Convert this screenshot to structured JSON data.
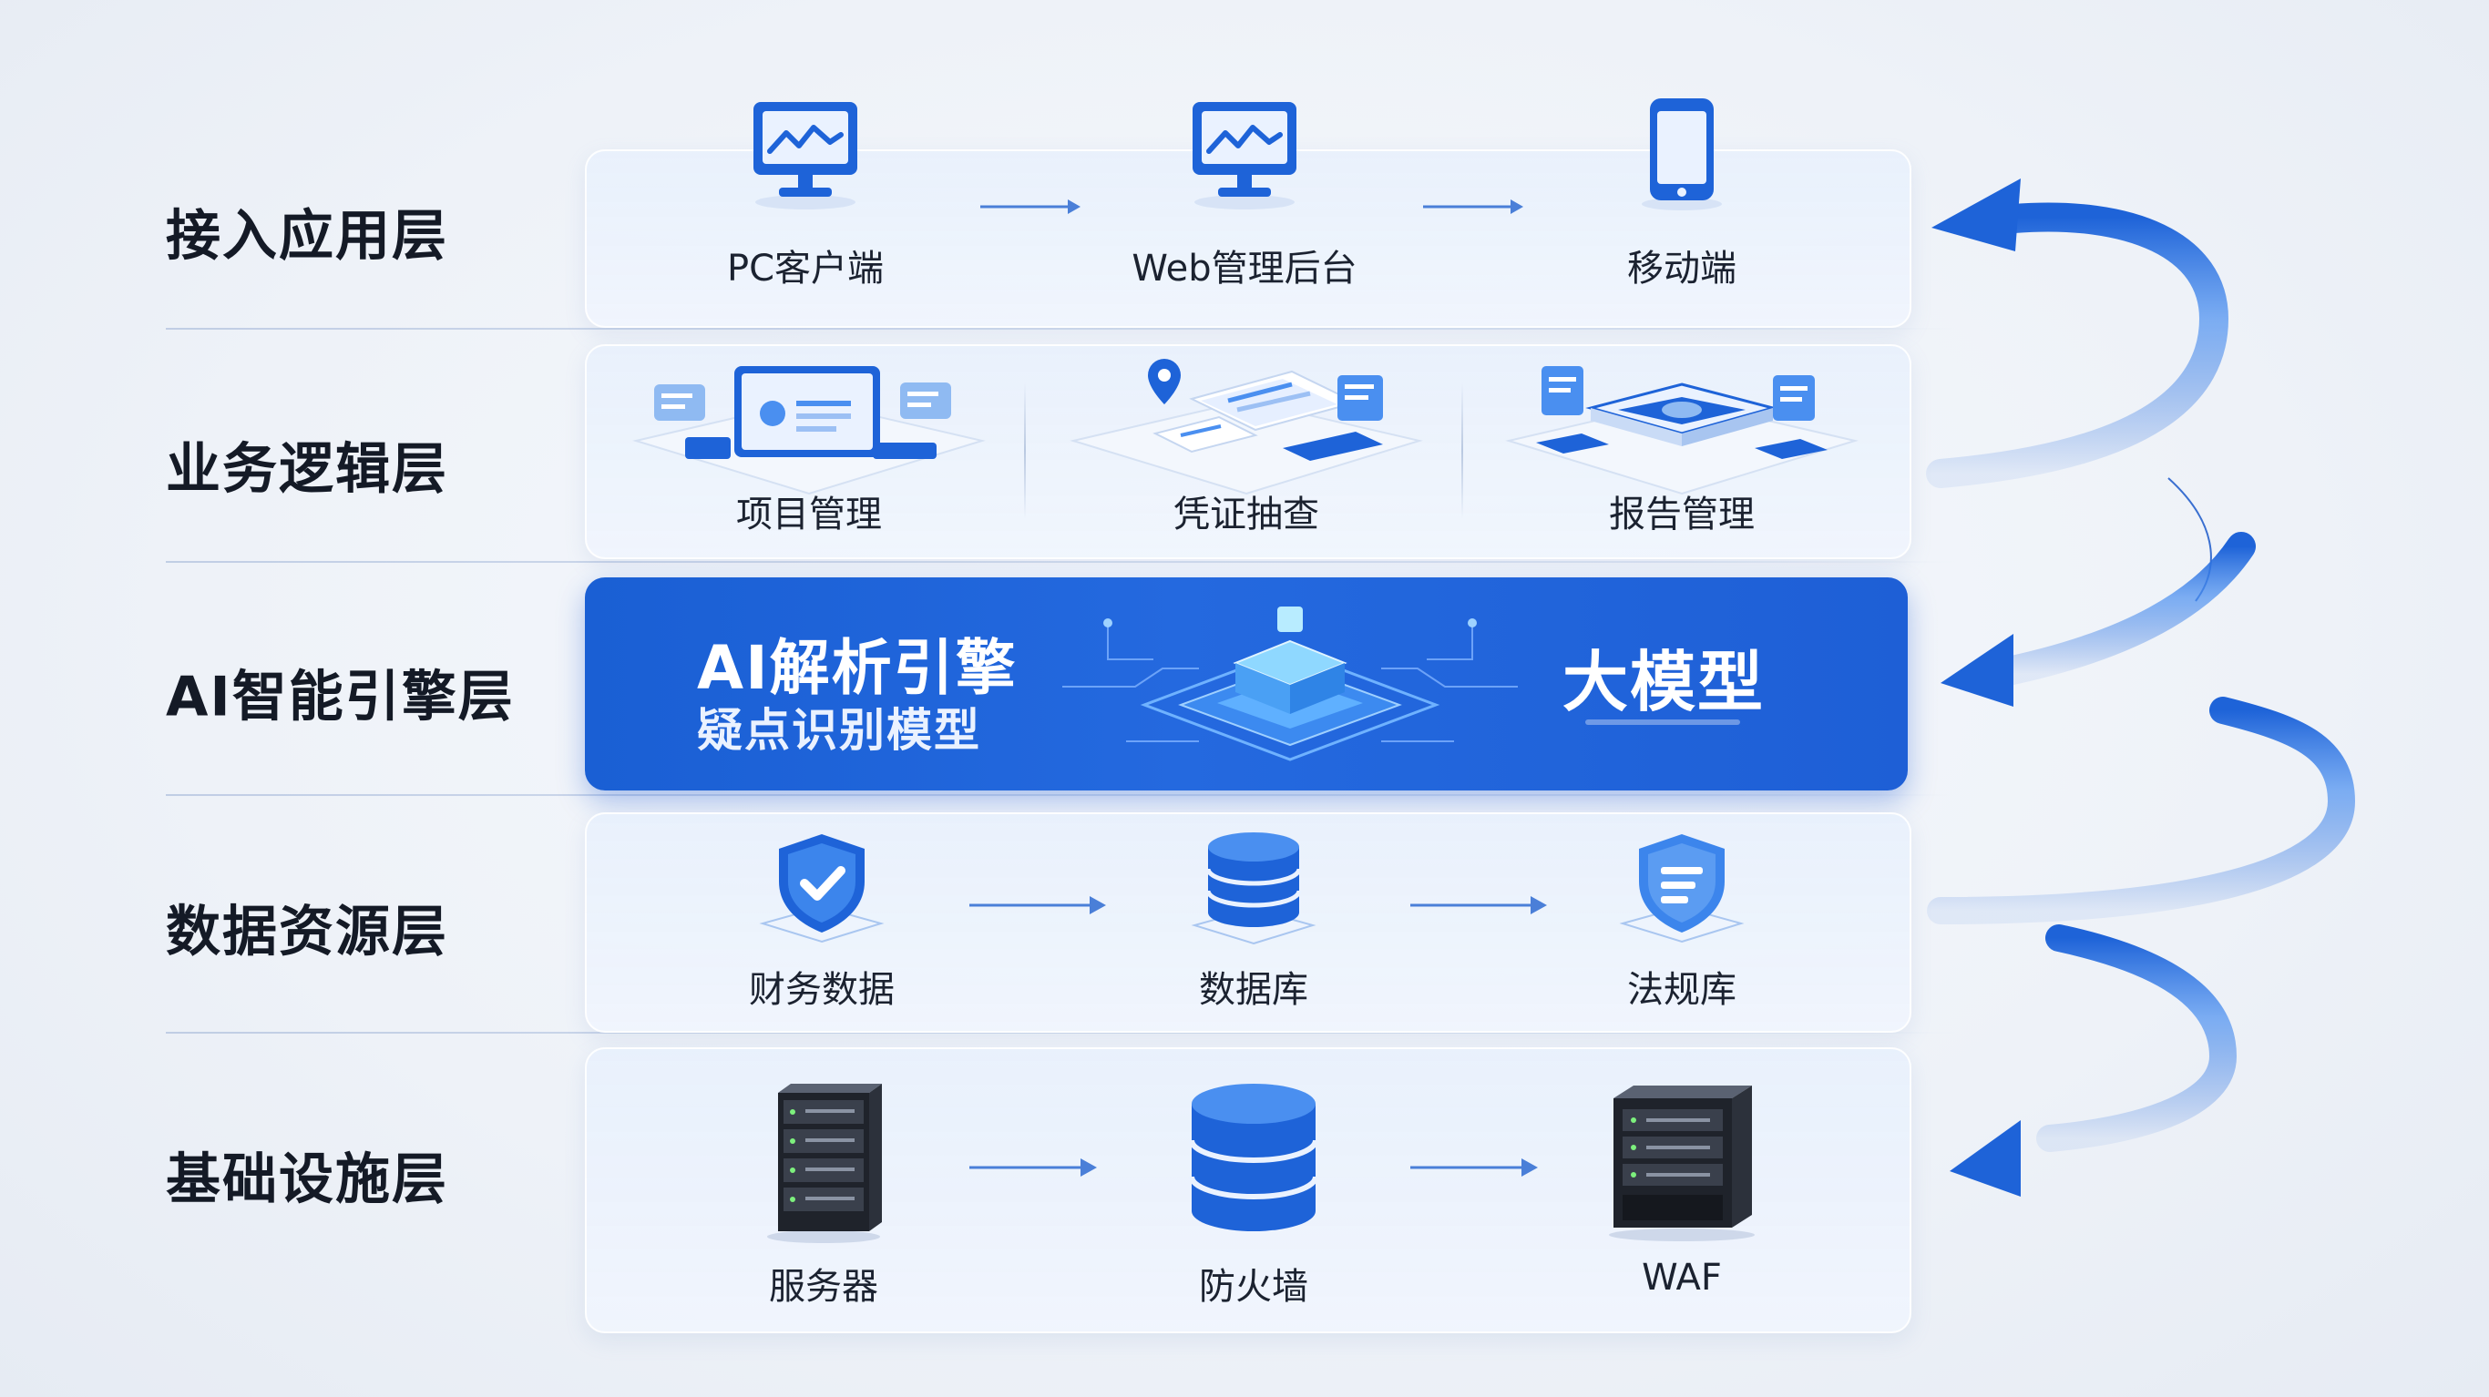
{
  "layers": [
    {
      "label": "接入应用层",
      "items": [
        "PC客户端",
        "Web管理后台",
        "移动端"
      ]
    },
    {
      "label": "业务逻辑层",
      "items": [
        "项目管理",
        "凭证抽查",
        "报告管理"
      ]
    },
    {
      "label": "AI智能引擎层",
      "engine_title": "AI解析引擎",
      "engine_subtitle": "疑点识别模型",
      "model": "大模型"
    },
    {
      "label": "数据资源层",
      "items": [
        "财务数据",
        "数据库",
        "法规库"
      ]
    },
    {
      "label": "基础设施层",
      "items": [
        "服务器",
        "防火墙",
        "WAF"
      ]
    }
  ],
  "icons": {
    "access": [
      "monitor-icon",
      "monitor-icon",
      "mobile-phone-icon"
    ],
    "business": [
      "project-dashboard-icon",
      "voucher-check-icon",
      "report-platform-icon"
    ],
    "ai": "ai-chip-platform-icon",
    "data": [
      "shield-check-icon",
      "database-icon",
      "document-shield-icon"
    ],
    "infra": [
      "server-rack-icon",
      "database-cylinder-icon",
      "firewall-appliance-icon"
    ]
  },
  "colors": {
    "accent": "#1e63d8",
    "accent_light": "#4a8ff0",
    "ai_panel": "#2166dc"
  }
}
